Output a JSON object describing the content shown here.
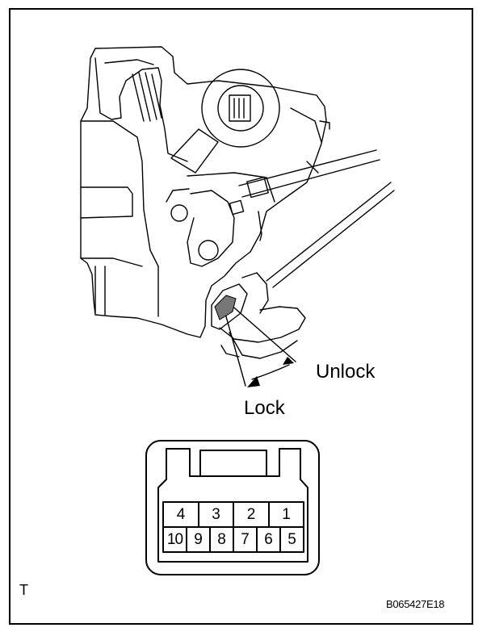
{
  "labels": {
    "unlock": "Unlock",
    "lock": "Lock",
    "view_marker": "T",
    "figure_code": "B065427E18"
  },
  "connector": {
    "top_row": [
      "4",
      "3",
      "2",
      "1"
    ],
    "bottom_row": [
      "10",
      "9",
      "8",
      "7",
      "6",
      "5"
    ]
  }
}
